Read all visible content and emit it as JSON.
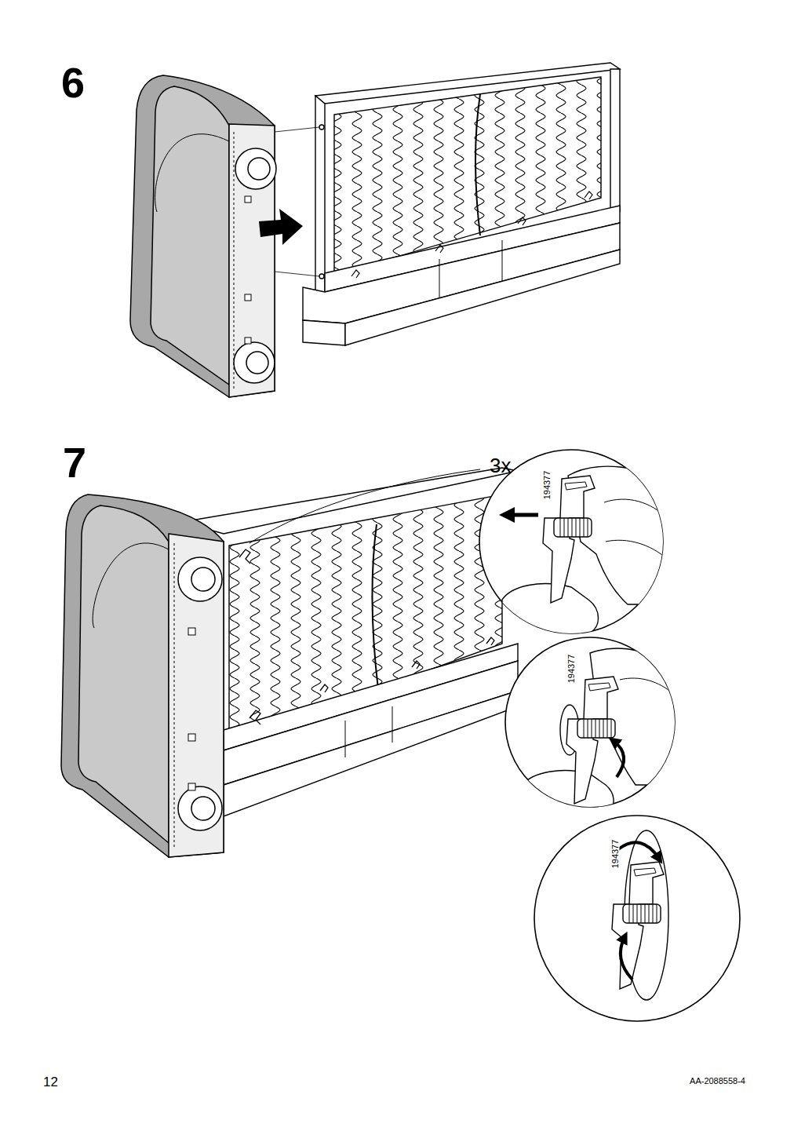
{
  "diagram": {
    "labels": [
      "6",
      "7",
      "3x",
      "194377",
      "194377",
      "194377",
      "12",
      "AA-2088558-4"
    ]
  }
}
